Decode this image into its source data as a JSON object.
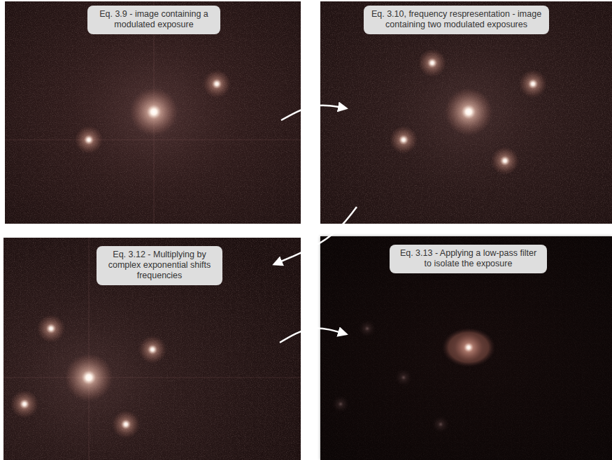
{
  "diagram": {
    "nodes": [
      {
        "text": [
          "Eq. 3.9 - image containing a modulated exposure"
        ]
      },
      {
        "text": [
          "Eq. 3.10, frequency respresentation - image containing two modulated exposures"
        ]
      },
      {
        "text": [
          "Eq. 3.12 - Multiplying by complex exponential shifts frequencies"
        ]
      },
      {
        "text": [
          "Eq. 3.13 - Applying a low-pass filter to isolate the exposure"
        ]
      }
    ],
    "edges": [
      {
        "from": 0,
        "to": 1,
        "arrow": "to"
      },
      {
        "from": 1,
        "to": 2,
        "arrow": "to"
      },
      {
        "from": 2,
        "to": 3,
        "arrow": "to"
      }
    ]
  }
}
